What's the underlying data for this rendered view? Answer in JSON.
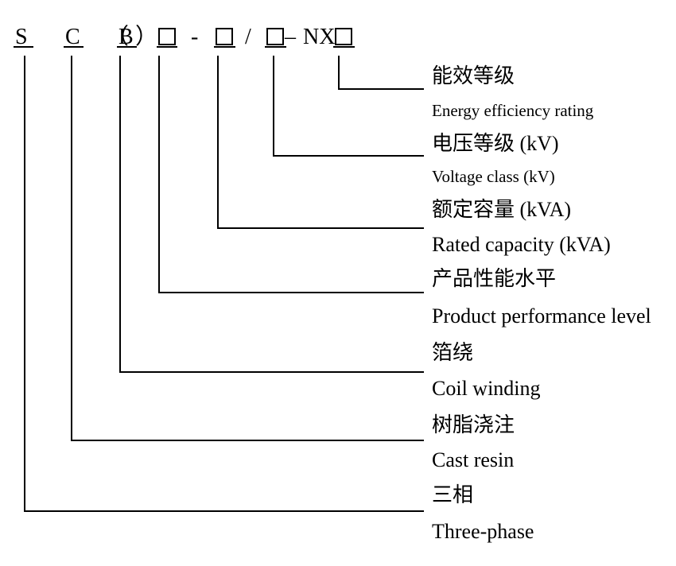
{
  "code": {
    "display": "S C（B）□ - □ / □– NX□",
    "tokens": [
      {
        "text": "S",
        "underline": true,
        "meaning": "three-phase"
      },
      {
        "text": "C",
        "underline": true,
        "meaning": "cast-resin"
      },
      {
        "text": "（",
        "underline": false
      },
      {
        "text": "B",
        "underline": true,
        "meaning": "coil-winding"
      },
      {
        "text": "）",
        "underline": false
      },
      {
        "box": true,
        "underline": true,
        "meaning": "product-performance-level"
      },
      {
        "text": "-",
        "underline": false
      },
      {
        "box": true,
        "underline": true,
        "meaning": "rated-capacity"
      },
      {
        "text": "/",
        "underline": false
      },
      {
        "box": true,
        "underline": true,
        "meaning": "voltage-class"
      },
      {
        "text": "–",
        "underline": false
      },
      {
        "text": "NX",
        "underline": false
      },
      {
        "box": true,
        "underline": true,
        "meaning": "energy-efficiency-rating"
      }
    ]
  },
  "labels": [
    {
      "zh": "能效等级",
      "en": "Energy efficiency rating"
    },
    {
      "zh": "电压等级 (kV)",
      "en": "Voltage class (kV)"
    },
    {
      "zh": "额定容量 (kVA)",
      "en": "Rated capacity (kVA)"
    },
    {
      "zh": "产品性能水平",
      "en": "Product performance level"
    },
    {
      "zh": "箔绕",
      "en": "Coil winding"
    },
    {
      "zh": "树脂浇注",
      "en": "Cast resin"
    },
    {
      "zh": "三相",
      "en": "Three-phase"
    }
  ],
  "colors": {
    "line": "#000000",
    "text": "#000000",
    "background": "#ffffff"
  }
}
